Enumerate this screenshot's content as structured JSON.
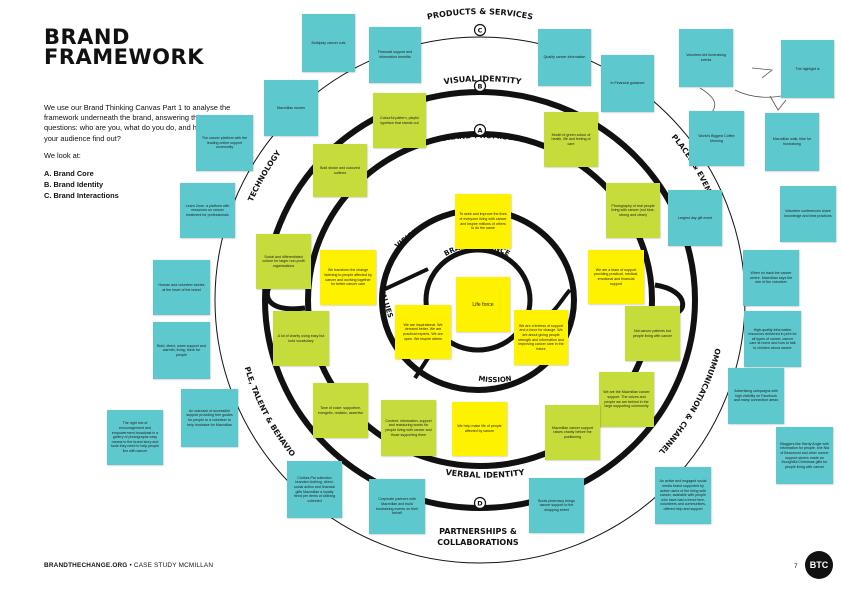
{
  "header": {
    "title_line1": "BRAND",
    "title_line2": "FRAMEWORK"
  },
  "intro": {
    "paragraph": "We use our Brand Thinking Canvas Part 1 to analyse the framework underneath the brand, answering the questions: who are you, what do you do, and how will your audience find out?",
    "we_look_at": "We look at:",
    "items": [
      "A. Brand Core",
      "B. Brand Identity",
      "C. Brand Interactions"
    ]
  },
  "diagram": {
    "ring_labels": {
      "products_services": "PRODUCTS & SERVICES",
      "places_events": "PLACES & EVENTS",
      "communication_channels": "COMMUNICATION & CHANNELS",
      "partnerships_line1": "PARTNERSHIPS &",
      "partnerships_line2": "COLLABORATIONS",
      "people_talent": "PEOPLE, TALENT & BEHAVIOUR",
      "technology": "TECHNOLOGY",
      "visual_identity": "VISUAL IDENTITY",
      "brand_promises": "BRAND PROMISES",
      "verbal_identity": "VERBAL IDENTITY",
      "brand_essence": "BRAND ESSENCE",
      "vision": "VISION",
      "values": "VALUES",
      "mission": "MISSION"
    },
    "ring_markers": {
      "c": "C",
      "b": "B",
      "a": "A",
      "d": "D"
    }
  },
  "notes": {
    "n01": "Buildplay cancer cuts",
    "n02": "Financial support and information benefits",
    "n03": "Quality cancer information",
    "n04": "Volunteer-led fundraising events",
    "n05": "The highlight is",
    "n06": "In Financial guidance",
    "n07": "Macmillan nurses",
    "n08": "The cancer platform with the leading online support community",
    "n09": "Learn Zone: a platform with resources on cancer treatment for professionals",
    "n10": "Colourful pattern, playful typeface that stands out",
    "n11": "Model of green colour of health, life and feeling of care",
    "n12": "World's Biggest Coffee Morning",
    "n13": "Macmillan walk, bike for fundraising",
    "n14": "Bold stroke and coloured outlines",
    "n15": "Photography of real people living with cancer (not blue, strong and clean)",
    "n16": "Largest day gift event",
    "n17": "Volunteer conferences share knowledge and best practices",
    "n18": "Social and differentiated culture for larger non-profit organisations",
    "n19": "We transform the change listening to people affected by cancer and working together for better cancer care",
    "n20": "To seek and improve the lives of everyone living with cancer and inspire millions of others to do the same",
    "n21": "We are a team of support providing practical, medical, emotional and financial support",
    "n22": "When on track the cancer centre. Macmillan says the role of the volunteer",
    "n23": "Human and volunteer stories at the heart of the brand",
    "n24": "A lot of charity using easy but bold vocabulary",
    "n25": "Life force",
    "n26": "We are inspirational. We demand better. We are practical experts. We are open. We inspire others",
    "n27": "We are a tireless of support and a force for change. We are about giving people strength and information and improving cancer care in the future",
    "n28": "Not cancer patients but people living with cancer",
    "n29": "High-quality information resources delivered in print for all types of cancer, cancer care at home and how to talk to children about cancer",
    "n30": "Bold, direct, warm support and warmth, living, there for people",
    "n31": "Tone of voice: supportive, energetic, realistic, assertive",
    "n32": "We are the Macmillan cancer support. The voices and people we are behind in the large supporting community",
    "n33": "Advertising campaigns with high visibility on Facebook and many connection areas",
    "n34": "The right mix of encouragement and empowerment broadcast in a gallery of photographs easy means to the brand story and tools they need to help people live with cancer",
    "n35": "An outreach of accessible support providing free guides for people to a volunteer to help fundraise for Macmillan",
    "n36": "Content: information, support and reassuring words for people living with cancer and those supporting them",
    "n37": "We help make life of people affected by cancer",
    "n38": "Macmillan cancer support raises charity before the positioning",
    "n39": "Bloggers like Hardy Angle with information for people, she Nia of Beaumont and other cancer support stories made an thoughtful Christmas gifts for people living with cancer",
    "n40": "Clothes Pal collection branded clothing, direct, social action and financial gifts Macmillan a loyalty trend per items of clothing collected",
    "n41": "Corporate partners with Macmillan and build fundraising events on their behalf",
    "n42": "Boots pharmacy brings cancer support to the shopping street",
    "n43": "An active and engaged social media brand supported by active users of the living with cancer, available with people who have had a trend here, volunteers and communities, offered help and support"
  },
  "footer": {
    "brand": "BRANDTHECHANGE.ORG",
    "separator": " • ",
    "case_study": "CASE STUDY MCMILLAN",
    "page_number": "7",
    "logo_text": "BTC"
  },
  "colors": {
    "cyan": "#5ec8cf",
    "lime": "#c6dc3a",
    "yellow": "#fff200",
    "ink": "#111111"
  }
}
